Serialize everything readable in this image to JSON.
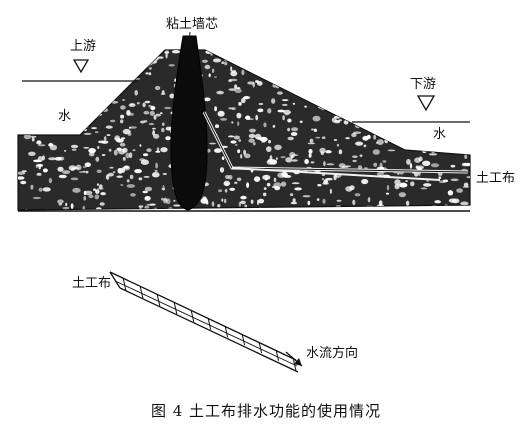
{
  "labels": {
    "core": "粘土墙芯",
    "upstream": "上游",
    "downstream": "下游",
    "water_left": "水",
    "water_right": "水",
    "geotextile_top": "土工布",
    "geotextile_bottom": "土工布",
    "flow_direction": "水流方向"
  },
  "caption": "图 4    土工布排水功能的使用情况",
  "colors": {
    "ink": "#111111",
    "core": "#0b0b0b",
    "fill_dark": "#1c1c1c",
    "fill_light": "#ffffff"
  }
}
